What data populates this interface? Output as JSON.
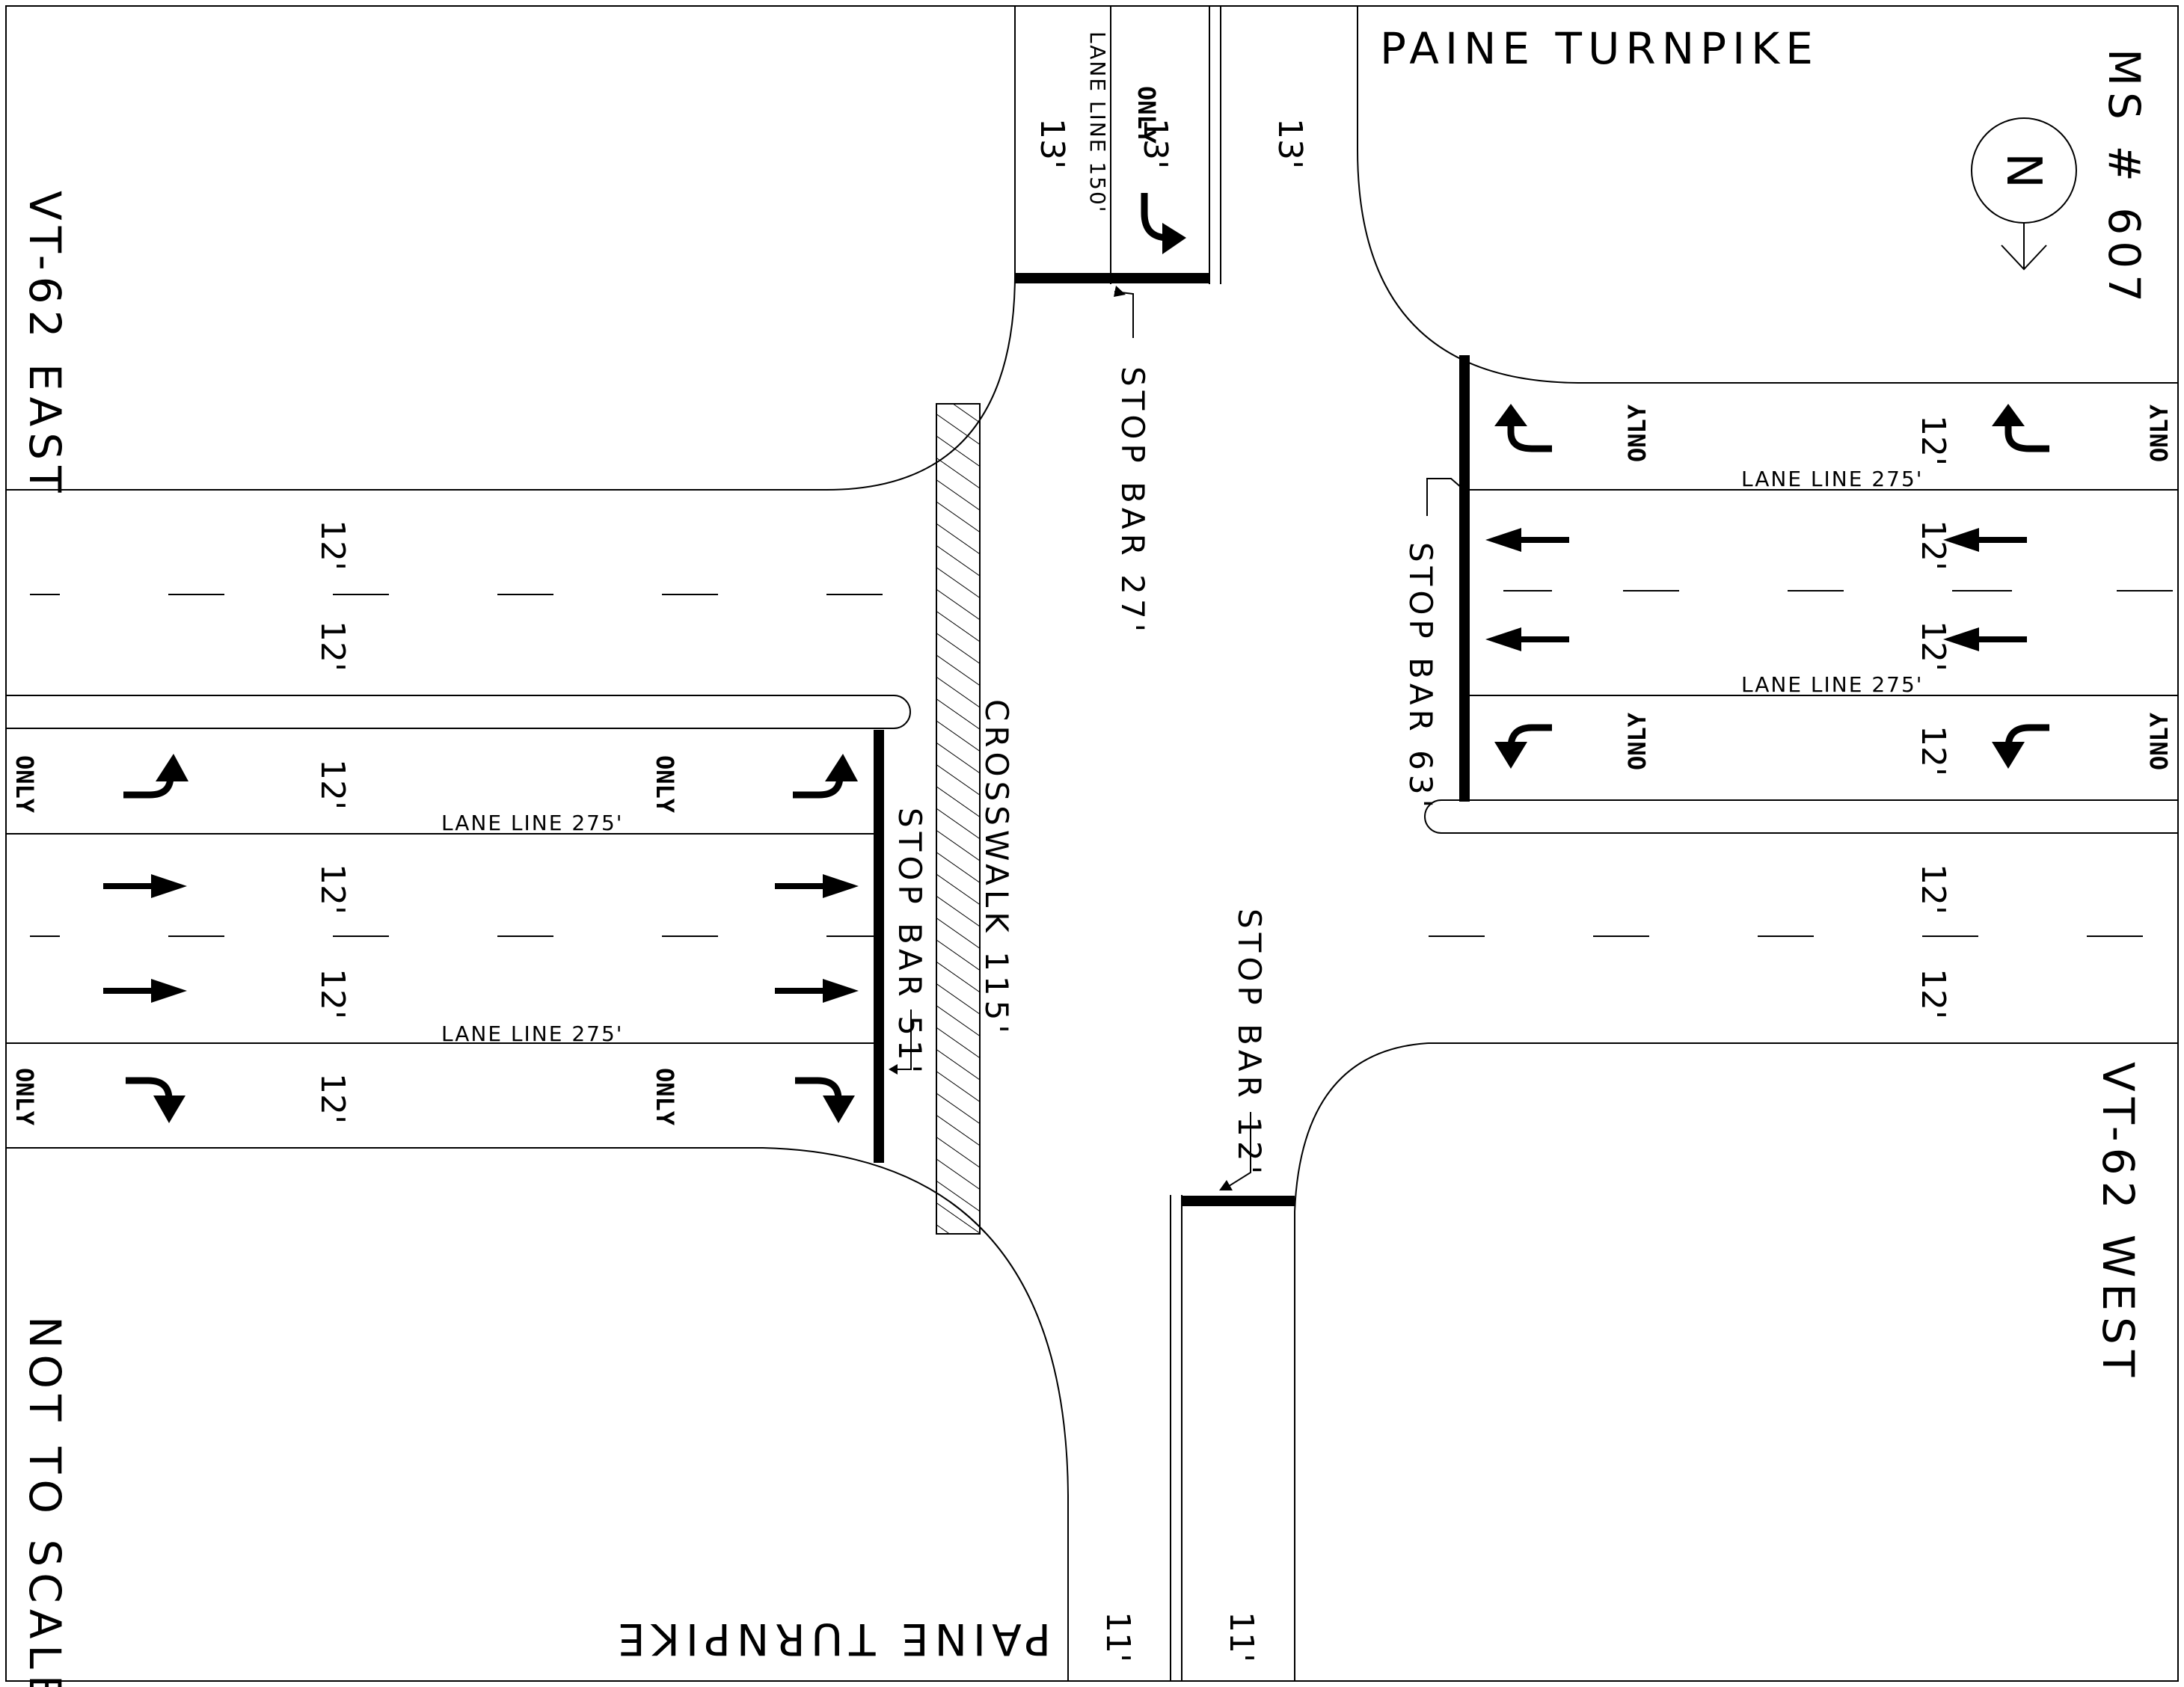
{
  "streets": {
    "north_leg": "PAINE  TURNPIKE",
    "south_leg": "PAINE  TURNPIKE",
    "west_leg": "VT-62  EAST",
    "east_leg": "VT-62  WEST"
  },
  "ms_number": "MS # 607",
  "north_arrow_letter": "N",
  "scale_note": "NOT TO SCALE",
  "crosswalk_label": "CROSSWALK 115'",
  "stop_bars": {
    "north": "STOP BAR 27'",
    "east": "STOP BAR 63'",
    "west": "STOP BAR 51'",
    "south": "STOP BAR 12'"
  },
  "lane_lines": {
    "north": "LANE LINE 150'",
    "east_top": "LANE LINE 275'",
    "east_bottom": "LANE LINE 275'",
    "west_top": "LANE LINE 275'",
    "west_bottom": "LANE LINE 275'"
  },
  "lane_widths": {
    "twelve": "12'",
    "thirteen": "13'",
    "eleven": "11'"
  },
  "pavement_word": "ONLY"
}
